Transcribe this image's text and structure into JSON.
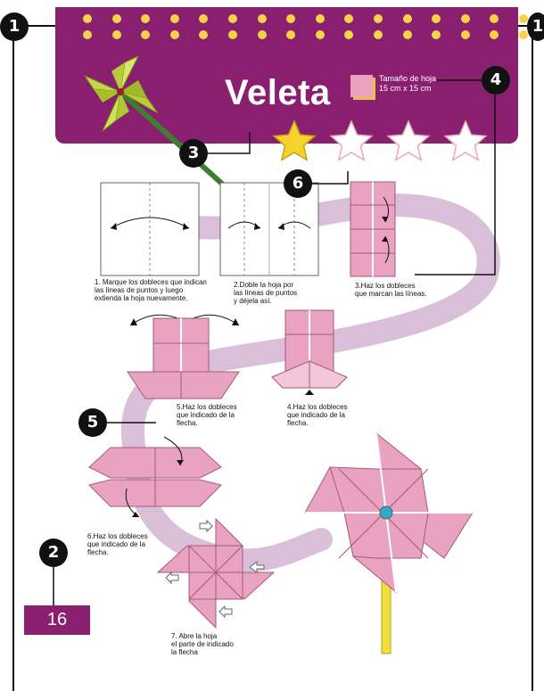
{
  "header": {
    "title": "Veleta",
    "sheet_size_line1": "Tamaño de hoja",
    "sheet_size_line2": "15 cm x 15 cm",
    "difficulty": {
      "filled": 1,
      "total": 4
    }
  },
  "callouts": {
    "c1": "1",
    "c2": "2",
    "c3": "3",
    "c4": "4",
    "c5": "5",
    "c6": "6"
  },
  "steps": {
    "s1": [
      "1. Marque los dobleces que indican",
      "las líneas de puntos y luego",
      "extienda la hoja nuevamente."
    ],
    "s2": [
      "2.Doble la hoja por",
      "las líneas de puntos",
      "y déjela así."
    ],
    "s3": [
      "3.Haz los dobleces",
      "que marcan las líneas."
    ],
    "s4": [
      "4.Haz los dobleces",
      "que indicado de la",
      "flecha."
    ],
    "s5": [
      "5.Haz los dobleces",
      "que indicado de la",
      "flecha."
    ],
    "s6": [
      "6.Haz los dobleces",
      "que indicado de la",
      "flecha."
    ],
    "s7": [
      "7. Abre la hoja",
      "el parte de indicado",
      "la flecha"
    ]
  },
  "page_number": "16",
  "colors": {
    "brand_purple": "#8b1f6f",
    "dot_yellow": "#f4d34a",
    "paper_pink": "#e9a3c0",
    "path_lilac": "#d9bfd8",
    "star_yellow": "#f5d22e"
  }
}
